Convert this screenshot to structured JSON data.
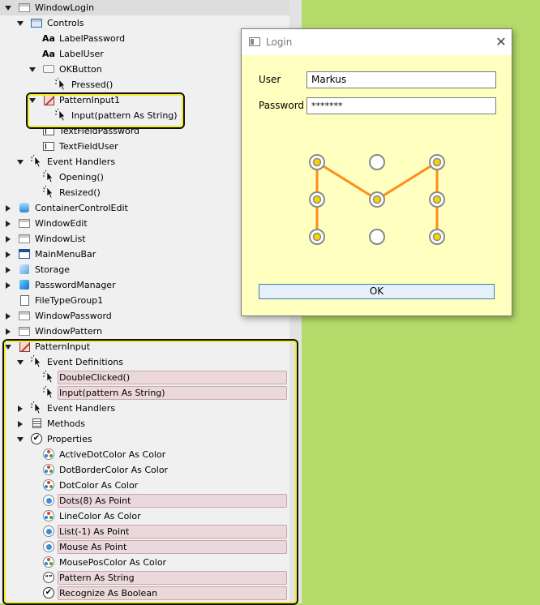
{
  "tree": {
    "items": [
      {
        "label": "WindowLogin",
        "icon": "window-icon",
        "expand": "expanded"
      },
      {
        "label": "Controls",
        "icon": "controls-icon",
        "expand": "expanded"
      },
      {
        "label": "LabelPassword",
        "icon": "label-icon",
        "expand": "none"
      },
      {
        "label": "LabelUser",
        "icon": "label-icon",
        "expand": "none"
      },
      {
        "label": "OKButton",
        "icon": "button-icon",
        "expand": "expanded"
      },
      {
        "label": "Pressed()",
        "icon": "event-icon",
        "expand": "none"
      },
      {
        "label": "PatternInput1",
        "icon": "pattern-control-icon",
        "expand": "expanded"
      },
      {
        "label": "Input(pattern As String)",
        "icon": "event-icon",
        "expand": "none"
      },
      {
        "label": "TextFieldPassword",
        "icon": "textfield-icon",
        "expand": "none"
      },
      {
        "label": "TextFieldUser",
        "icon": "textfield-icon",
        "expand": "none"
      },
      {
        "label": "Event Handlers",
        "icon": "event-icon",
        "expand": "expanded"
      },
      {
        "label": "Opening()",
        "icon": "event-icon",
        "expand": "none"
      },
      {
        "label": "Resized()",
        "icon": "event-icon",
        "expand": "none"
      },
      {
        "label": "ContainerControlEdit",
        "icon": "container-icon",
        "expand": "collapsed"
      },
      {
        "label": "WindowEdit",
        "icon": "window-icon",
        "expand": "collapsed"
      },
      {
        "label": "WindowList",
        "icon": "window-icon",
        "expand": "collapsed"
      },
      {
        "label": "MainMenuBar",
        "icon": "menubar-icon",
        "expand": "collapsed"
      },
      {
        "label": "Storage",
        "icon": "module-icon",
        "expand": "collapsed"
      },
      {
        "label": "PasswordManager",
        "icon": "class-icon",
        "expand": "collapsed"
      },
      {
        "label": "FileTypeGroup1",
        "icon": "filetype-icon",
        "expand": "none"
      },
      {
        "label": "WindowPassword",
        "icon": "window-icon",
        "expand": "collapsed"
      },
      {
        "label": "WindowPattern",
        "icon": "window-icon",
        "expand": "collapsed"
      },
      {
        "label": "PatternInput",
        "icon": "pattern-control-icon",
        "expand": "expanded"
      },
      {
        "label": "Event Definitions",
        "icon": "event-icon",
        "expand": "expanded"
      },
      {
        "label": "DoubleClicked()",
        "icon": "event-icon",
        "expand": "none"
      },
      {
        "label": "Input(pattern As String)",
        "icon": "event-icon",
        "expand": "none"
      },
      {
        "label": "Event Handlers",
        "icon": "event-icon",
        "expand": "collapsed"
      },
      {
        "label": "Methods",
        "icon": "methods-icon",
        "expand": "collapsed"
      },
      {
        "label": "Properties",
        "icon": "properties-icon",
        "expand": "expanded"
      },
      {
        "label": "ActiveDotColor As Color",
        "icon": "color-property-icon",
        "expand": "none"
      },
      {
        "label": "DotBorderColor As Color",
        "icon": "color-property-icon",
        "expand": "none"
      },
      {
        "label": "DotColor As Color",
        "icon": "color-property-icon",
        "expand": "none"
      },
      {
        "label": "Dots(8) As Point",
        "icon": "point-property-icon",
        "expand": "none"
      },
      {
        "label": "LineColor As Color",
        "icon": "color-property-icon",
        "expand": "none"
      },
      {
        "label": "List(-1) As Point",
        "icon": "point-property-icon",
        "expand": "none"
      },
      {
        "label": "Mouse As Point",
        "icon": "point-property-icon",
        "expand": "none"
      },
      {
        "label": "MousePosColor As Color",
        "icon": "color-property-icon",
        "expand": "none"
      },
      {
        "label": "Pattern As String",
        "icon": "string-property-icon",
        "expand": "none"
      },
      {
        "label": "Recognize As Boolean",
        "icon": "boolean-property-icon",
        "expand": "none"
      }
    ]
  },
  "dialog": {
    "title": "Login",
    "close_glyph": "✕",
    "user_label": "User",
    "user_value": "Markus",
    "password_label": "Password",
    "password_value": "*******",
    "ok_label": "OK",
    "pattern": {
      "dots": 9,
      "active_dots": [
        0,
        2,
        3,
        4,
        5,
        6,
        8
      ],
      "path": [
        6,
        3,
        0,
        4,
        2,
        5,
        8
      ],
      "line_color": "#ff8c1a",
      "active_dot_color": "#f5d400",
      "dot_border_color": "#8a8a8a",
      "dot_color": "#ffffff"
    }
  },
  "colors": {
    "desktop": "#b5dc6a",
    "dialog_bg": "#ffffc0",
    "highlight_fill": "#ead8dc",
    "ring_color": "#f2ea2c"
  }
}
